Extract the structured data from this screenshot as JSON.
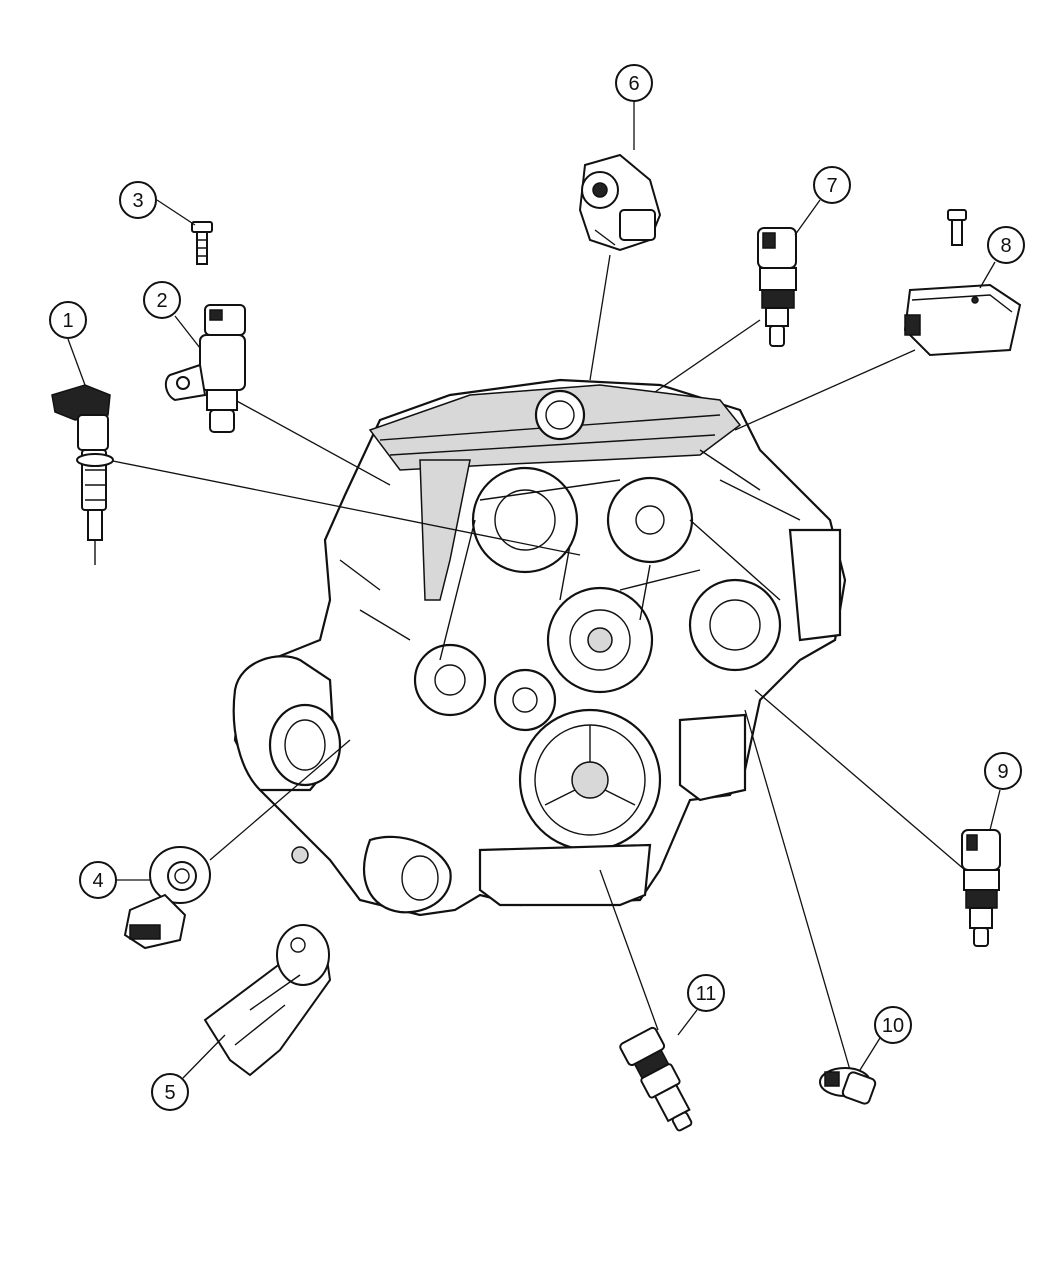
{
  "callouts": [
    {
      "id": "1",
      "label": "1",
      "part": "ignition-coil"
    },
    {
      "id": "2",
      "label": "2",
      "part": "camshaft-position-sensor"
    },
    {
      "id": "3",
      "label": "3",
      "part": "bolt"
    },
    {
      "id": "4",
      "label": "4",
      "part": "knock-sensor"
    },
    {
      "id": "5",
      "label": "5",
      "part": "knock-sensor-shield"
    },
    {
      "id": "6",
      "label": "6",
      "part": "throttle-position-sensor"
    },
    {
      "id": "7",
      "label": "7",
      "part": "temperature-sensor"
    },
    {
      "id": "8",
      "label": "8",
      "part": "map-sensor"
    },
    {
      "id": "9",
      "label": "9",
      "part": "coolant-temperature-sensor"
    },
    {
      "id": "10",
      "label": "10",
      "part": "oil-pressure-switch"
    },
    {
      "id": "11",
      "label": "11",
      "part": "oil-pressure-sensor"
    }
  ]
}
